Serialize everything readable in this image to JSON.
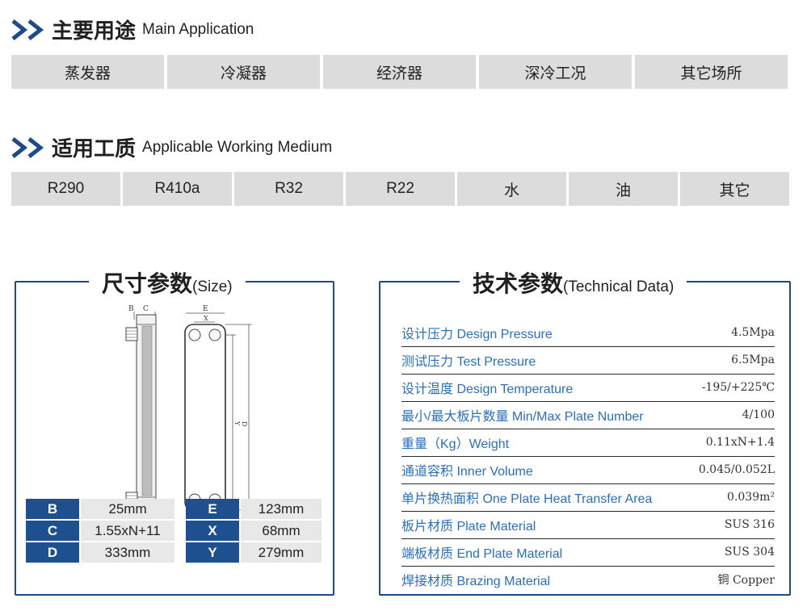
{
  "main_application": {
    "title_cn": "主要用途",
    "title_en": "Main Application",
    "items": [
      "蒸发器",
      "冷凝器",
      "经济器",
      "深冷工况",
      "其它场所"
    ]
  },
  "working_medium": {
    "title_cn": "适用工质",
    "title_en": "Applicable Working Medium",
    "items": [
      "R290",
      "R410a",
      "R32",
      "R22",
      "水",
      "油",
      "其它"
    ]
  },
  "size": {
    "title_cn": "尺寸参数",
    "title_en": "(Size)",
    "diagram_labels": {
      "b": "B",
      "c": "C",
      "e": "E",
      "x": "X",
      "y": "Y",
      "d": "D"
    },
    "rows": [
      {
        "k1": "B",
        "v1": "25mm",
        "k2": "E",
        "v2": "123mm"
      },
      {
        "k1": "C",
        "v1": "1.55xN+11",
        "k2": "X",
        "v2": "68mm"
      },
      {
        "k1": "D",
        "v1": "333mm",
        "k2": "Y",
        "v2": "279mm"
      }
    ]
  },
  "technical": {
    "title_cn": "技术参数",
    "title_en": "(Technical Data)",
    "rows": [
      {
        "label": "设计压力  Design Pressure",
        "value": "4.5Mpa"
      },
      {
        "label": "测试压力  Test Pressure",
        "value": "6.5Mpa"
      },
      {
        "label": "设计温度  Design Temperature",
        "value": "-195/+225℃"
      },
      {
        "label": "最小/最大板片数量  Min/Max Plate Number",
        "value": "4/100"
      },
      {
        "label": "重量（Kg）Weight",
        "value": "0.11xN+1.4"
      },
      {
        "label": "通道容积  Inner Volume",
        "value": "0.045/0.052L"
      },
      {
        "label": "单片换热面积   One Plate Heat Transfer Area",
        "value": "0.039m²"
      },
      {
        "label": "板片材质  Plate Material",
        "value": "SUS 316"
      },
      {
        "label": "端板材质  End Plate Material",
        "value": "SUS 304"
      },
      {
        "label": "焊接材质  Brazing Material",
        "value": "铜 Copper"
      }
    ]
  },
  "colors": {
    "accent": "#1f4a8a",
    "label_blue": "#2a6fbf",
    "cell_gray": "#dcdcdc"
  }
}
